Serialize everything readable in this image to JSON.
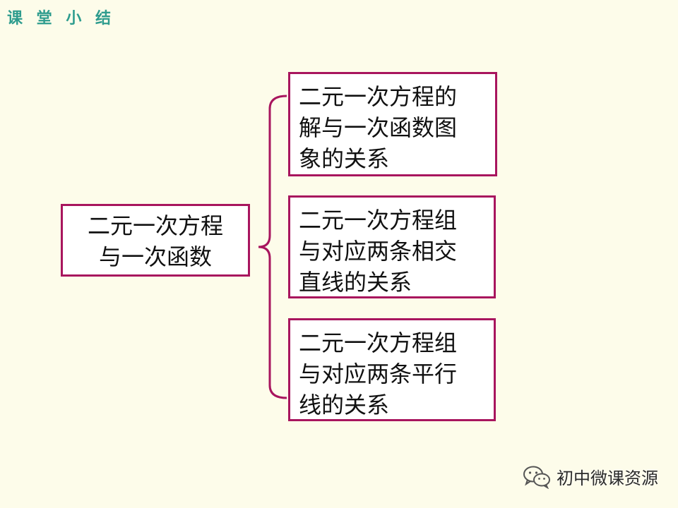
{
  "header": {
    "title": "课 堂 小 结"
  },
  "diagram": {
    "root": "二元一次方程\n与一次函数",
    "branches": [
      "二元一次方程的\n解与一次函数图\n象的关系",
      "二元一次方程组\n与对应两条相交\n直线的关系",
      "二元一次方程组\n与对应两条平行\n线的关系"
    ]
  },
  "watermark": {
    "text": "初中微课资源",
    "icon": "wechat-icon"
  },
  "colors": {
    "border": "#A8155E",
    "title": "#2E9C8E",
    "background": "#FDFCEA"
  }
}
